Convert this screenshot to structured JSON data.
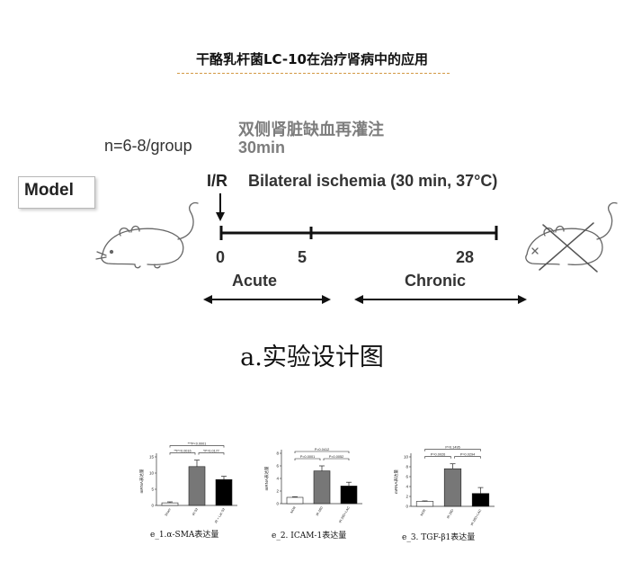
{
  "title": "干酪乳杆菌LC-10在治疗肾病中的应用",
  "design": {
    "model_label": "Model",
    "group_size": "n=6-8/group",
    "ischemia_cn": "双侧肾脏缺血再灌注",
    "ischemia_cn_duration": "30min",
    "ir_label": "I/R",
    "ischemia_en": "Bilateral ischemia (30 min, 37°C)",
    "timepoints": [
      "0",
      "5",
      "28"
    ],
    "phase_acute": "Acute",
    "phase_chronic": "Chronic",
    "mouse_icon": "mouse-sketch-icon",
    "dead_mouse_icon": "crossed-mouse-icon"
  },
  "caption_a": "a.实验设计图",
  "chart_data": [
    {
      "type": "bar",
      "ylabel": "mRNA表达量",
      "categories": [
        "Sham",
        "IR 5d",
        "IR + Lac 5d"
      ],
      "values": [
        0.8,
        12.0,
        8.0
      ],
      "errors": [
        0.3,
        2.0,
        1.0
      ],
      "ylim": [
        0,
        15
      ],
      "yticks": [
        "0",
        "5",
        "10",
        "15"
      ],
      "colors": [
        "#ffffff",
        "#777777",
        "#000000"
      ],
      "significance": [
        "***P<0.0001",
        "**P=0.0016",
        "*P=0.0177"
      ],
      "caption": "e_1.α-SMA表达量"
    },
    {
      "type": "bar",
      "ylabel": "mRNA表达量",
      "categories": [
        "NOR",
        "IR 28D",
        "IR 28D+LAC"
      ],
      "values": [
        1.0,
        5.2,
        2.8
      ],
      "errors": [
        0.1,
        0.8,
        0.6
      ],
      "ylim": [
        0,
        8
      ],
      "yticks": [
        "0",
        "2",
        "4",
        "6",
        "8"
      ],
      "colors": [
        "#ffffff",
        "#777777",
        "#000000"
      ],
      "significance": [
        "P=0.0412",
        "P=0.0001",
        "P=0.0052"
      ],
      "caption": "e_2. ICAM-1表达量"
    },
    {
      "type": "bar",
      "ylabel": "mRNA表达量",
      "categories": [
        "NOR",
        "IR 28D",
        "IR 28D+LAC"
      ],
      "values": [
        1.0,
        7.6,
        2.6
      ],
      "errors": [
        0.1,
        1.0,
        1.2
      ],
      "ylim": [
        0,
        10
      ],
      "yticks": [
        "0",
        "2",
        "4",
        "6",
        "8",
        "10"
      ],
      "colors": [
        "#ffffff",
        "#777777",
        "#000000"
      ],
      "significance": [
        "P=0.1495",
        "P=0.0026",
        "P=0.0294"
      ],
      "caption": "e_3. TGF-β1表达量"
    }
  ]
}
